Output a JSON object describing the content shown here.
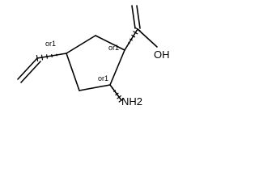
{
  "molecule": {
    "atoms": {
      "oh": "OH",
      "nh2": "NH2"
    },
    "stereo_labels": {
      "c1": "or1",
      "c2": "or1",
      "c4": "or1"
    },
    "bond_style": {
      "color": "#000000"
    }
  }
}
